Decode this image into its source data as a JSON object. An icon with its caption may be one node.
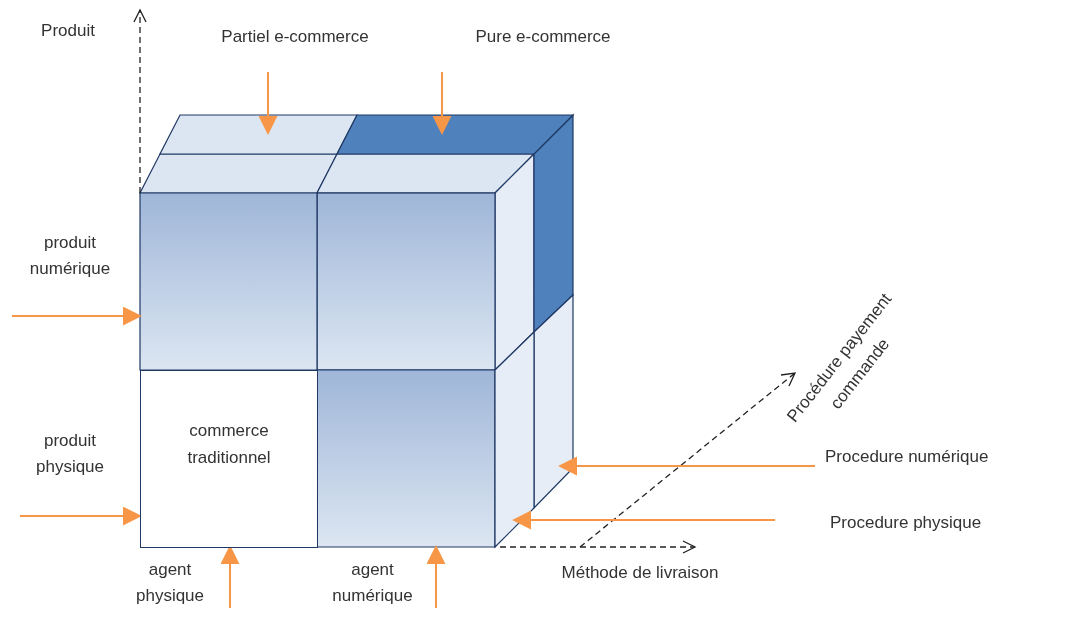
{
  "diagram": {
    "nodes": [
      {
        "text": [],
        "shape": "box"
      },
      {
        "text": [],
        "shape": "box"
      },
      {
        "text": [],
        "shape": "box"
      },
      {
        "text": [
          "commerce traditionnel"
        ]
      },
      {
        "text": [],
        "shape": "box"
      },
      {
        "text": [],
        "shape": "box"
      },
      {
        "text": [],
        "shape": "box"
      }
    ],
    "edges": [
      {
        "from": null,
        "to": 0,
        "arrow": "to"
      },
      {
        "from": null,
        "to": 1,
        "arrow": "to"
      },
      {
        "from": null,
        "to": 2,
        "arrow": "to"
      },
      {
        "from": null,
        "to": 3,
        "arrow": "to"
      },
      {
        "from": null,
        "to": 3,
        "arrow": "to"
      },
      {
        "from": null,
        "to": 4,
        "arrow": "to"
      },
      {
        "from": null,
        "to": 5,
        "arrow": "to"
      },
      {
        "from": null,
        "to": 6,
        "arrow": "to"
      }
    ],
    "labels": [
      "Produit",
      "Partiel e-commerce",
      "Pure e-commerce",
      "produit numérique",
      "produit physique",
      "agent physique",
      "agent numérique",
      "Méthode de livraison",
      "Procédure payement commande",
      "Procedure numérique",
      "Procedure physique"
    ]
  }
}
